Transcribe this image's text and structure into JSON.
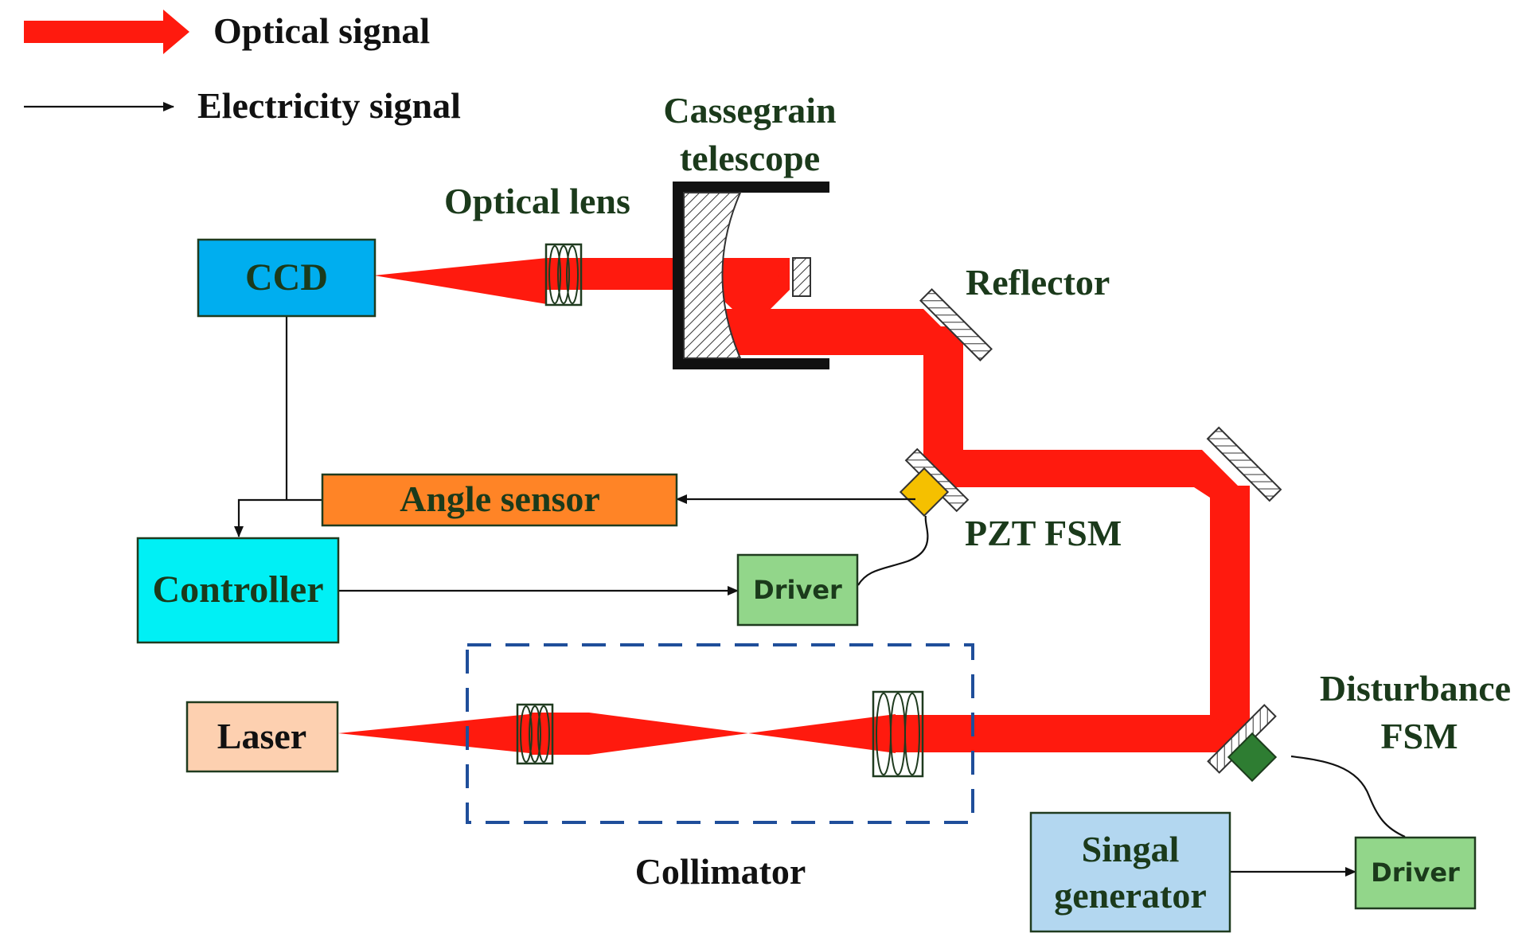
{
  "legend": {
    "optical_label": "Optical signal",
    "electric_label": "Electricity signal"
  },
  "labels": {
    "cassegrain_line1": "Cassegrain",
    "cassegrain_line2": "telescope",
    "optical_lens": "Optical lens",
    "reflector": "Reflector",
    "pzt_fsm": "PZT FSM",
    "disturbance_line1": "Disturbance",
    "disturbance_line2": "FSM",
    "collimator": "Collimator"
  },
  "boxes": {
    "ccd": "CCD",
    "angle_sensor": "Angle sensor",
    "controller": "Controller",
    "driver_pzt": "Driver",
    "laser": "Laser",
    "signal_gen_line1": "Singal",
    "signal_gen_line2": "generator",
    "driver_dist": "Driver"
  },
  "colors": {
    "beam": "#ff1a0e",
    "ccd": "#00aeef",
    "angle_sensor": "#ff8426",
    "controller": "#00f0f5",
    "driver": "#92d68a",
    "laser": "#fdd0b0",
    "signal_generator": "#b3d7f0",
    "pzt_actuator": "#f5c000",
    "disturbance_actuator": "#2e7d32",
    "collimator_frame": "#1f4e9a"
  }
}
